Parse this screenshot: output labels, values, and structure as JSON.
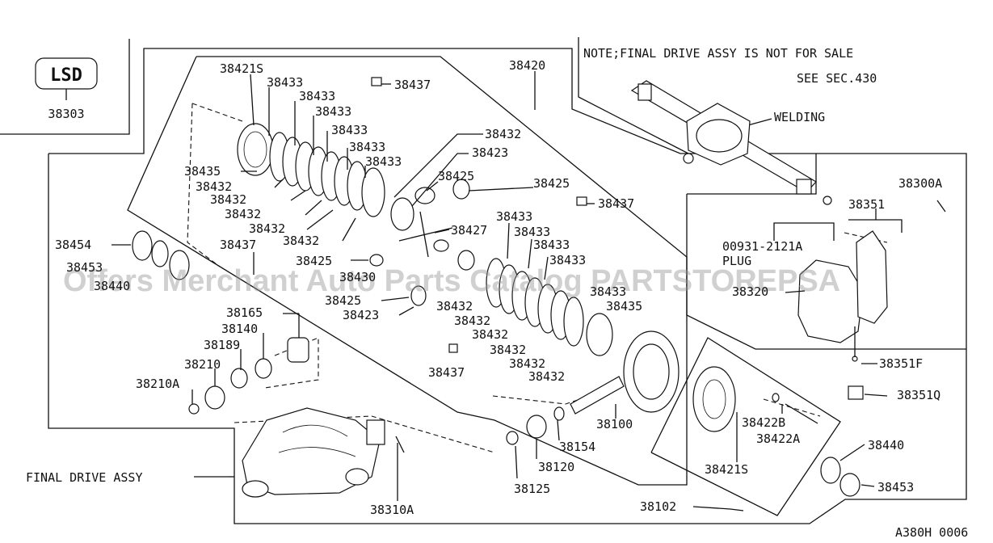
{
  "watermark": "Offers Merchant Auto Parts Catalog PARTSTOREPSA",
  "lsd_badge": "LSD",
  "note": "NOTE;FINAL DRIVE ASSY IS NOT FOR SALE",
  "see_sec": "SEE SEC.430",
  "welding": "WELDING",
  "final_drive_assy": "FINAL DRIVE ASSY",
  "plug": "PLUG",
  "figure_code": "A380H 0006",
  "labels": {
    "p38303": "38303",
    "p38421S_top": "38421S",
    "p38433_a": "38433",
    "p38433_b": "38433",
    "p38433_c": "38433",
    "p38433_d": "38433",
    "p38433_e": "38433",
    "p38433_f": "38433",
    "p38437_a": "38437",
    "p38420": "38420",
    "p38432_top": "38432",
    "p38423_top": "38423",
    "p38425_a": "38425",
    "p38425_b": "38425",
    "p38437_b": "38437",
    "p38435_a": "38435",
    "p38432_a": "38432",
    "p38432_b": "38432",
    "p38432_c": "38432",
    "p38432_d": "38432",
    "p38432_e": "38432",
    "p38433_g": "38433",
    "p38433_h": "38433",
    "p38433_i": "38433",
    "p38433_j": "38433",
    "p38433_k": "38433",
    "p38427": "38427",
    "p38454": "38454",
    "p38453_left": "38453",
    "p38440_left": "38440",
    "p38437_c": "38437",
    "p38425_c": "38425",
    "p38430": "38430",
    "p38425_d": "38425",
    "p38423_b": "38423",
    "p38432_f": "38432",
    "p38432_g": "38432",
    "p38432_h": "38432",
    "p38432_i": "38432",
    "p38432_j": "38432",
    "p38432_k": "38432",
    "p38435_b": "38435",
    "p38437_d": "38437",
    "p38165": "38165",
    "p38140": "38140",
    "p38189": "38189",
    "p38210": "38210",
    "p38210A": "38210A",
    "p38100": "38100",
    "p38154": "38154",
    "p38120": "38120",
    "p38125": "38125",
    "p38310A": "38310A",
    "p38421S_bot": "38421S",
    "p38422B": "38422B",
    "p38422A": "38422A",
    "p38440": "38440",
    "p38453": "38453",
    "p38102": "38102",
    "p38300A": "38300A",
    "p38351": "38351",
    "p00931": "00931-2121A",
    "p38320": "38320",
    "p38351F": "38351F",
    "p38351Q": "38351Q"
  }
}
